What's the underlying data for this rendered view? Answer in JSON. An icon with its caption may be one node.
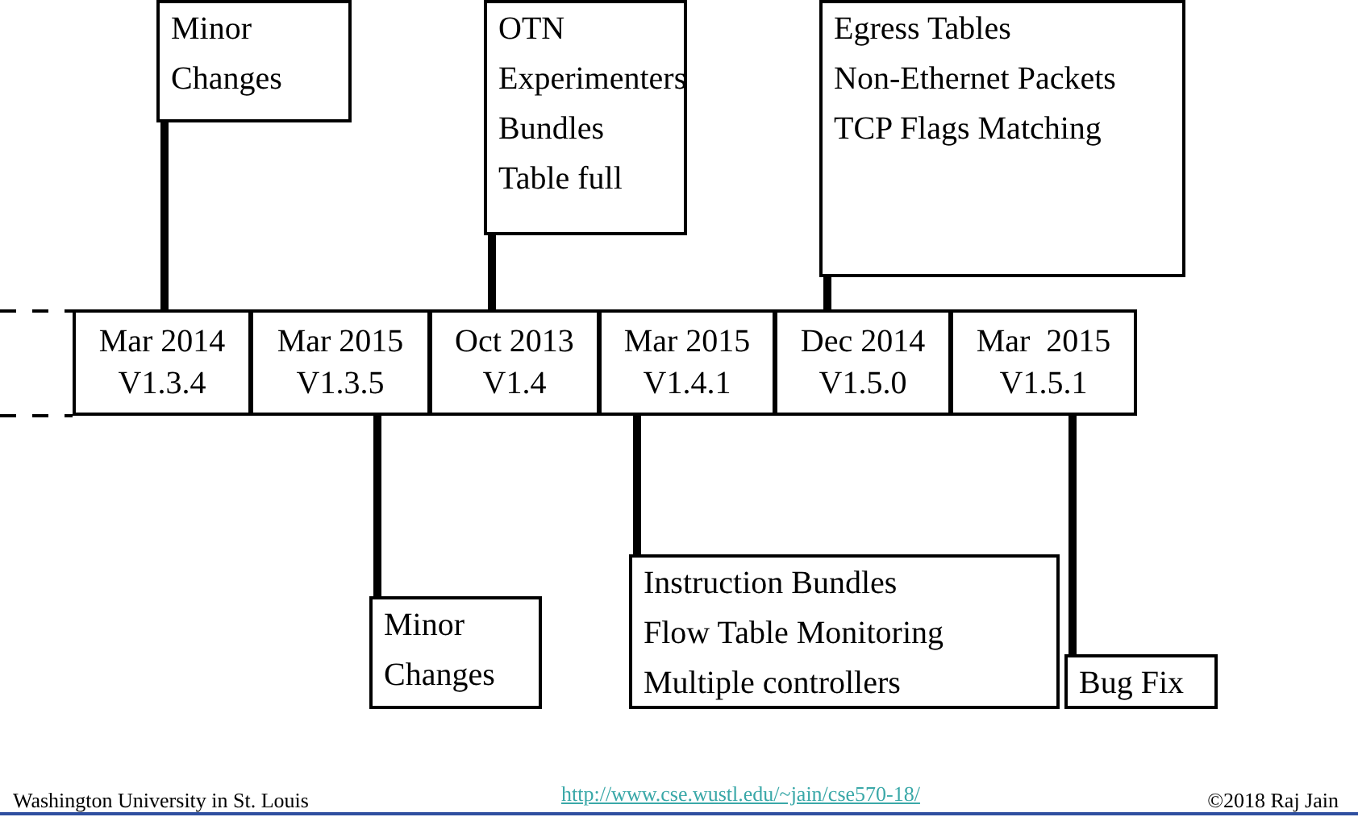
{
  "diagram": {
    "nodes": [
      {
        "text": [
          "Minor Changes"
        ]
      },
      {
        "text": [
          "OTN",
          "Experimenters",
          "Bundles",
          "Table full"
        ]
      },
      {
        "text": [
          "Egress Tables",
          "Non-Ethernet Packets",
          "TCP Flags Matching"
        ]
      },
      {
        "text": [
          "Mar 2014",
          "V1.3.4"
        ]
      },
      {
        "text": [
          "Mar 2015",
          "V1.3.5"
        ]
      },
      {
        "text": [
          "Oct 2013",
          "V1.4"
        ]
      },
      {
        "text": [
          "Mar 2015",
          "V1.4.1"
        ]
      },
      {
        "text": [
          "Dec 2014",
          "V1.5.0"
        ]
      },
      {
        "text": [
          "Mar  2015",
          "V1.5.1"
        ]
      },
      {
        "text": [
          "Minor Changes"
        ]
      },
      {
        "text": [
          "Instruction Bundles",
          "Flow Table Monitoring",
          "Multiple controllers"
        ]
      },
      {
        "text": [
          "Bug Fix"
        ]
      }
    ],
    "edges": [
      {
        "from": 0,
        "to": 3,
        "arrow": "none"
      },
      {
        "from": 1,
        "to": 5,
        "arrow": "none"
      },
      {
        "from": 2,
        "to": 7,
        "arrow": "none"
      },
      {
        "from": 4,
        "to": 9,
        "arrow": "none"
      },
      {
        "from": 6,
        "to": 10,
        "arrow": "none"
      },
      {
        "from": 8,
        "to": 11,
        "arrow": "none"
      }
    ],
    "labels": [
      "Washington University in St. Louis",
      "http://www.cse.wustl.edu/~jain/cse570-18/",
      "©2018 Raj Jain"
    ]
  }
}
